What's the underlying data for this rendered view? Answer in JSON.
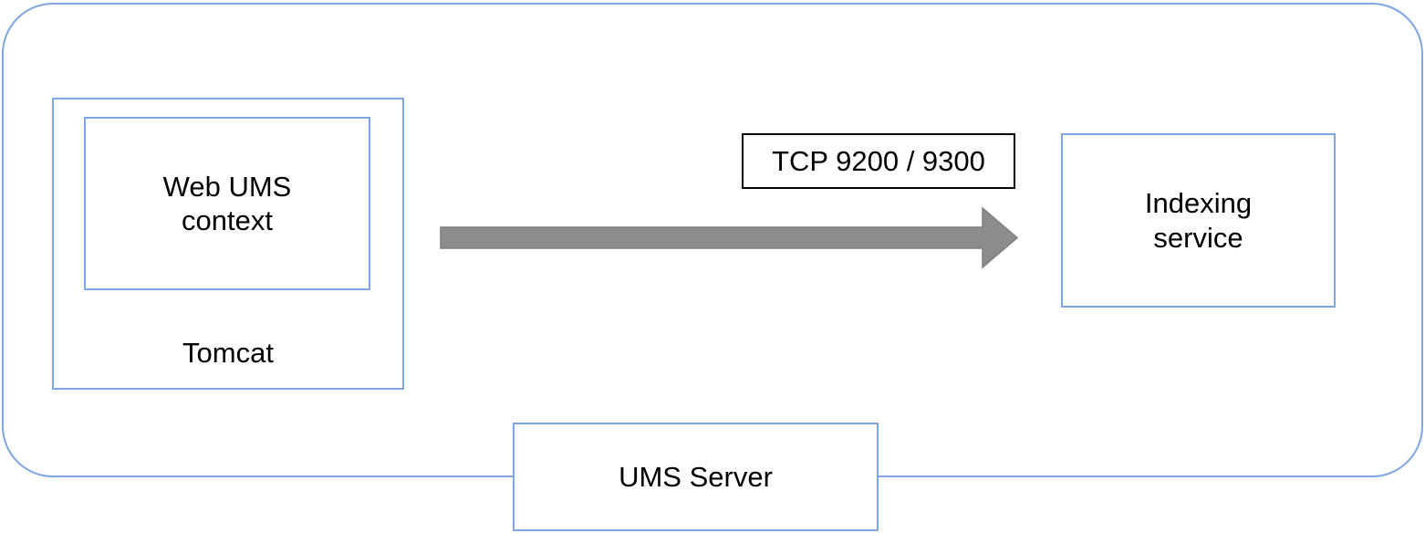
{
  "colors": {
    "canvas-bg": "#ffffff",
    "node-border": "#7EA6E0",
    "label-border": "#000000",
    "arrow-fill": "#8C8C8C",
    "arrow-stroke": "#7F7F7F",
    "text": "#000000"
  },
  "diagram": {
    "type": "architecture-diagram",
    "nodes": {
      "web_ums_context": {
        "label": "Web UMS context"
      },
      "tomcat": {
        "label": "Tomcat"
      },
      "indexing_service": {
        "label": "Indexing service"
      },
      "ums_server": {
        "label": "UMS Server"
      }
    },
    "edges": {
      "tomcat_to_indexing": {
        "label": "TCP 9200 / 9300",
        "from": "Tomcat",
        "to": "Indexing service",
        "direction": "right"
      }
    }
  }
}
